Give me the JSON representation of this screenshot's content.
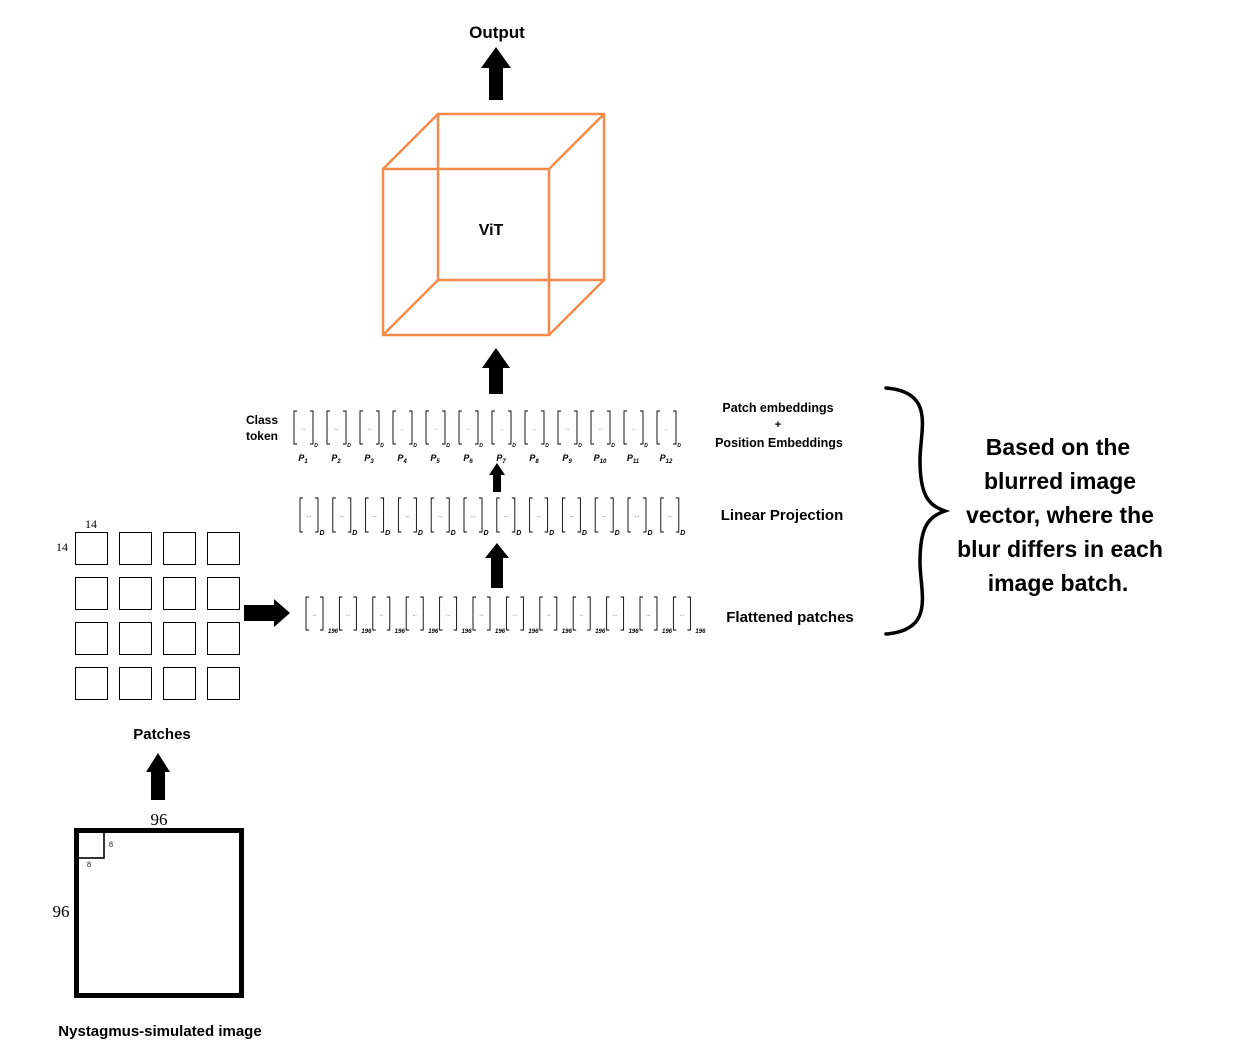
{
  "labels": {
    "output": "Output",
    "vit": "ViT",
    "class_token": [
      "Class",
      "token"
    ],
    "patch_embeddings": "Patch embeddings",
    "plus": "+",
    "position_embeddings": "Position Embeddings",
    "linear_projection": "Linear Projection",
    "flattened_patches": "Flattened patches",
    "patches": "Patches",
    "input_image": "Nystagmus-simulated image",
    "annotation": [
      "Based on the",
      "blurred image",
      "vector, where the",
      "blur differs in each",
      "image batch."
    ]
  },
  "patch_grid": {
    "rows": 4,
    "cols": 4,
    "size_label_top": "14",
    "size_label_left": "14"
  },
  "image": {
    "width_label": "96",
    "height_label": "96",
    "patch_w_label": "8",
    "patch_h_label": "8"
  },
  "embedding_vectors": {
    "dim_label": "D",
    "positions": [
      {
        "base": "P",
        "sub": "1"
      },
      {
        "base": "P",
        "sub": "2"
      },
      {
        "base": "P",
        "sub": "3"
      },
      {
        "base": "P",
        "sub": "4"
      },
      {
        "base": "P",
        "sub": "5"
      },
      {
        "base": "P",
        "sub": "6"
      },
      {
        "base": "P",
        "sub": "7"
      },
      {
        "base": "P",
        "sub": "8"
      },
      {
        "base": "P",
        "sub": "9"
      },
      {
        "base": "P",
        "sub": "10"
      },
      {
        "base": "P",
        "sub": "11"
      },
      {
        "base": "P",
        "sub": "12"
      }
    ],
    "inner": [
      "..",
      "...",
      "...",
      "..",
      "..",
      "..",
      "..",
      "..",
      "..",
      "..",
      "..",
      ".."
    ]
  },
  "projection_vectors": {
    "dim_label": "D",
    "count": 12,
    "inner": [
      "...",
      "...",
      "...",
      "...",
      "...",
      "...",
      "...",
      "...",
      "...",
      "...",
      "...",
      "..."
    ]
  },
  "flattened_vectors": {
    "dim_label": "196",
    "count": 12,
    "inner": [
      "...",
      "...",
      "...",
      "...",
      "...",
      "...",
      "...",
      "...",
      "...",
      "...",
      "...",
      "..."
    ]
  },
  "colors": {
    "vit": "#f58a4b",
    "ink": "#000000"
  }
}
